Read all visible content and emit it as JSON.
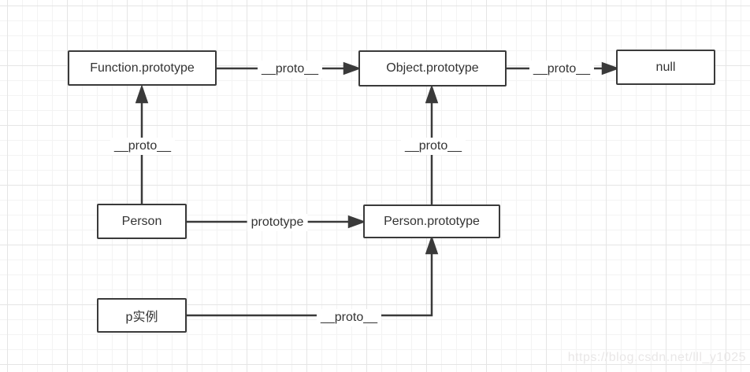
{
  "diagram": {
    "nodes": [
      {
        "id": "function-prototype",
        "label": "Function.prototype"
      },
      {
        "id": "object-prototype",
        "label": "Object.prototype"
      },
      {
        "id": "null",
        "label": "null"
      },
      {
        "id": "person",
        "label": "Person"
      },
      {
        "id": "person-prototype",
        "label": "Person.prototype"
      },
      {
        "id": "p-instance",
        "label": "p实例"
      }
    ],
    "edges": [
      {
        "from": "Function.prototype",
        "to": "Object.prototype",
        "label": "__proto__"
      },
      {
        "from": "Object.prototype",
        "to": "null",
        "label": "__proto__"
      },
      {
        "from": "Person",
        "to": "Function.prototype",
        "label": "__proto__"
      },
      {
        "from": "Person",
        "to": "Person.prototype",
        "label": "prototype"
      },
      {
        "from": "Person.prototype",
        "to": "Object.prototype",
        "label": "__proto__"
      },
      {
        "from": "p实例",
        "to": "Person.prototype",
        "label": "__proto__"
      }
    ]
  },
  "watermark": "https://blog.csdn.net/lll_y1025",
  "colors": {
    "line": "#3a3a3a",
    "text": "#333333",
    "node_background": "#ffffff",
    "grid_minor": "#f3f3f3",
    "grid_major": "#e5e5e5",
    "watermark": "#e9e7e7"
  }
}
